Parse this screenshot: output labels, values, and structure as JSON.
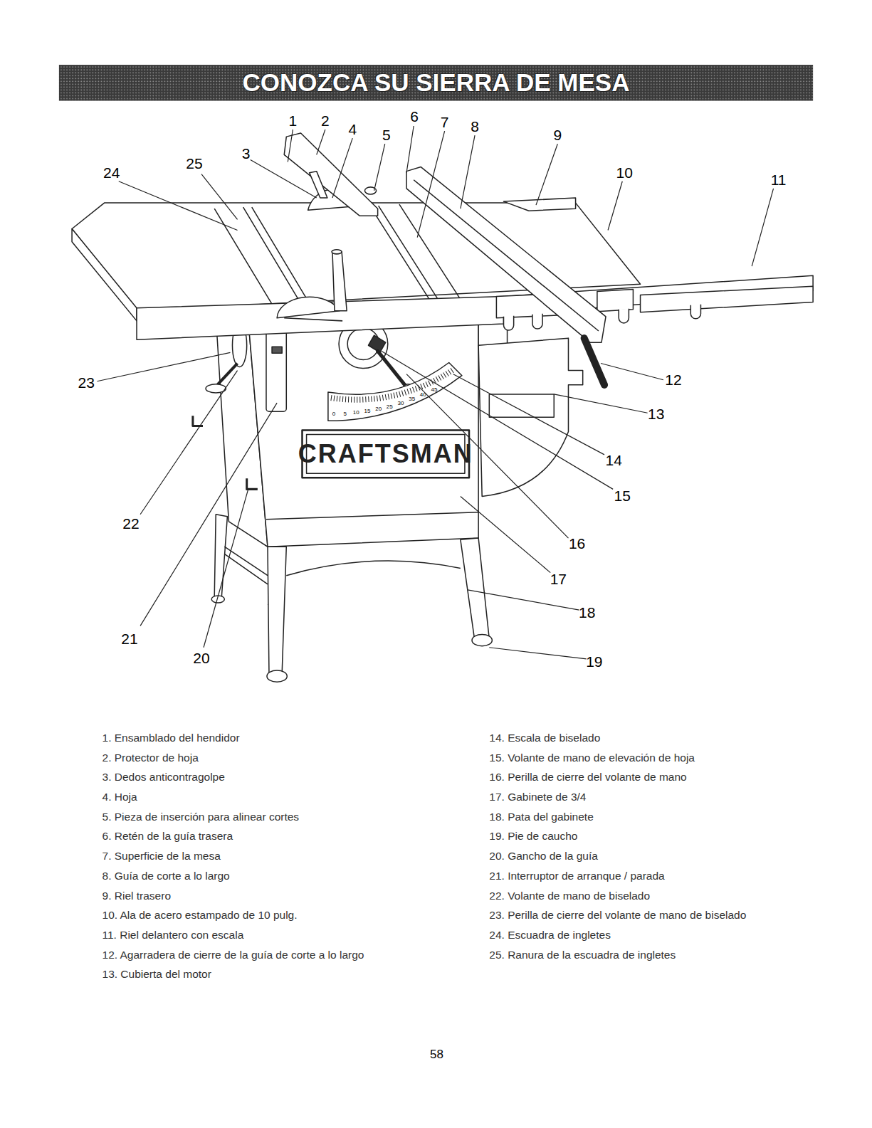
{
  "diagram": {
    "title": "CONOZCA SU SIERRA DE MESA",
    "labels": [
      "1",
      "2",
      "3",
      "4",
      "5",
      "6",
      "7",
      "8",
      "9",
      "10",
      "11",
      "12",
      "13",
      "14",
      "15",
      "16",
      "17",
      "18",
      "19",
      "20",
      "21",
      "22",
      "23",
      "24",
      "25",
      "1. Ensamblado del hendidor",
      "2. Protector de hoja",
      "3. Dedos anticontragolpe",
      "4. Hoja",
      "5. Pieza de inserción para alinear cortes",
      "6. Retén de la guía trasera",
      "7. Superficie de la mesa",
      "8. Guía de corte a lo largo",
      "9. Riel trasero",
      "10. Ala de acero estampado de 10 pulg.",
      "11. Riel delantero con escala",
      "12. Agarradera de cierre de la guía de corte a lo largo",
      "13. Cubierta del motor",
      "14. Escala de biselado",
      "15. Volante de mano de elevación de hoja",
      "16. Perilla de cierre del volante de mano",
      "17. Gabinete de 3/4",
      "18. Pata del gabinete",
      "19. Pie de caucho",
      "20. Gancho de la guía",
      "21. Interruptor de arranque / parada",
      "22. Volante de mano de biselado",
      "23. Perilla de cierre del volante de mano de biselado",
      "24. Escuadra de ingletes",
      "25. Ranura de la escuadra de ingletes",
      "CRAFTSMAN",
      "0",
      "5",
      "10",
      "15",
      "20",
      "25",
      "30",
      "35",
      "40",
      "45",
      "58"
    ]
  }
}
